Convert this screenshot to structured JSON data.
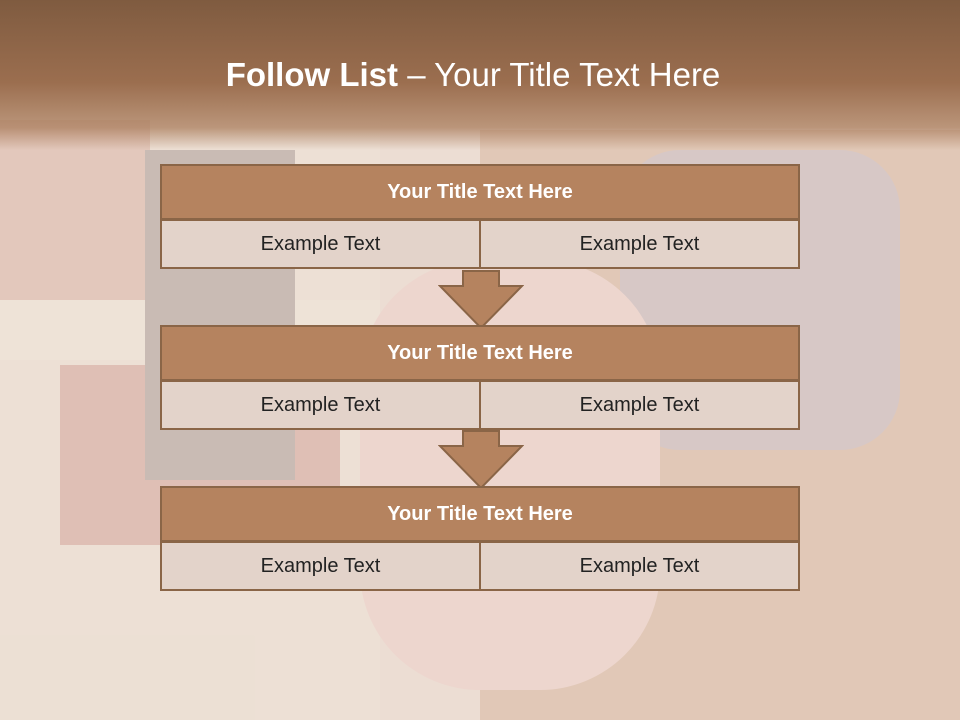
{
  "title": {
    "bold": "Follow List",
    "rest": " – Your Title Text Here"
  },
  "blocks": [
    {
      "title": "Your Title Text Here",
      "left": "Example Text",
      "right": "Example Text"
    },
    {
      "title": "Your Title Text Here",
      "left": "Example Text",
      "right": "Example Text"
    },
    {
      "title": "Your Title Text Here",
      "left": "Example Text",
      "right": "Example Text"
    }
  ],
  "colors": {
    "header": "#9b6e4f",
    "block_title": "#b5835f",
    "block_cell": "#e3d3ca",
    "border": "#8a6547",
    "arrow": "#b5835f"
  }
}
